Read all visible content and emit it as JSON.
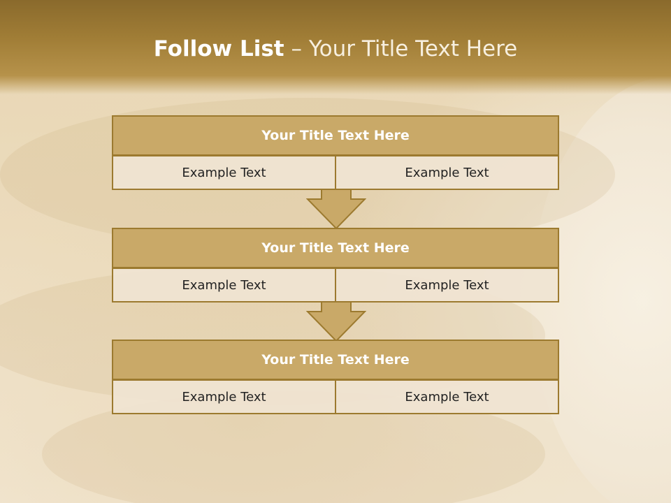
{
  "slide": {
    "title_bold": "Follow List",
    "title_rest": " – Your Title Text Here",
    "steps": [
      {
        "title": "Your Title Text Here",
        "left": "Example Text",
        "right": "Example Text"
      },
      {
        "title": "Your Title Text Here",
        "left": "Example Text",
        "right": "Example Text"
      },
      {
        "title": "Your Title Text Here",
        "left": "Example Text",
        "right": "Example Text"
      }
    ]
  },
  "colors": {
    "header_band": "#a07d36",
    "box_fill": "#c9a968",
    "box_border": "#9c7a2f",
    "cell_fill": "#f0e4d2",
    "arrow_fill": "#c9a968"
  }
}
